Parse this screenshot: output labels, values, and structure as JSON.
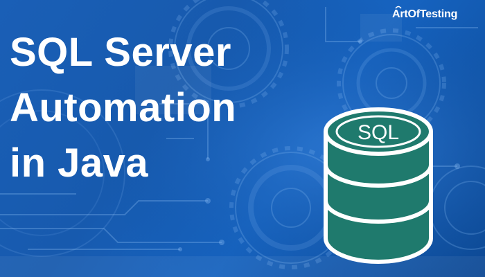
{
  "brand": {
    "logo_text": "ArtOfTesting"
  },
  "headline": {
    "line1": "SQL Server",
    "line2": "Automation",
    "line3": "in Java"
  },
  "database_icon": {
    "label": "SQL",
    "body_color": "#1f7a6d",
    "outline_color": "#ffffff"
  },
  "colors": {
    "background": "#1a5fb6",
    "text": "#ffffff"
  }
}
